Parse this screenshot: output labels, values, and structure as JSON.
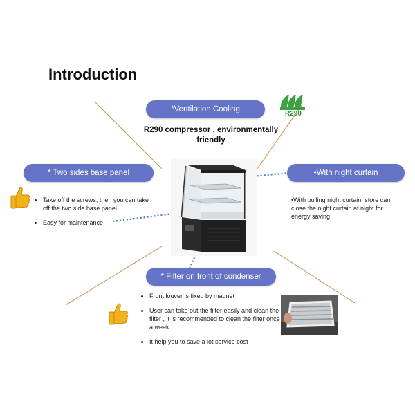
{
  "title": "Introduction",
  "ventilation": {
    "label": "*Ventilation Cooling",
    "description": "R290 compressor , environmentally friendly",
    "badge_text": "R290"
  },
  "base_panel": {
    "label": "* Two sides base panel",
    "bullets": [
      "Take off the screws, then you can take off the two side base panel",
      "Easy for maintenance"
    ]
  },
  "night_curtain": {
    "label": "•With night curtain",
    "description": "•With pulling night curtain, store can close the night curtain at night for energy saving"
  },
  "filter": {
    "label": "* Filter on front of condenser",
    "bullets": [
      "Front louver is fixed by magnet",
      "User can take out the filter easily and clean the filter , it is recommended to clean the filter once a week.",
      "It help you to save a lot service cost"
    ]
  },
  "colors": {
    "pill": "#6573c6",
    "connector": "#4a7cc8",
    "lines": "#c9a060",
    "badge": "#3fa142",
    "thumb": "#f2b21a"
  },
  "icons": [
    "thumbs-up-icon",
    "r290-eco-badge-icon"
  ]
}
